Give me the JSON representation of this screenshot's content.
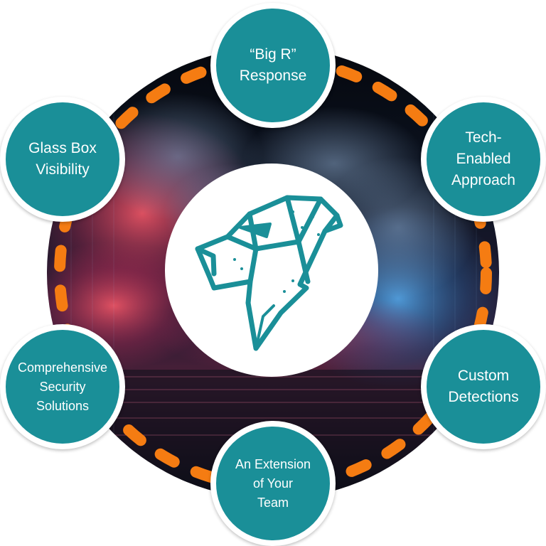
{
  "diagram": {
    "colors": {
      "node_fill": "#1a8f98",
      "ring": "#f57c12",
      "logo_stroke": "#1a8f98",
      "center_fill": "#ffffff"
    },
    "center_logo": "dog-head-logo",
    "nodes": [
      {
        "id": "top",
        "label": "“Big R”\nResponse"
      },
      {
        "id": "top-right",
        "label": "Tech-\nEnabled\nApproach"
      },
      {
        "id": "bottom-right",
        "label": "Custom\nDetections"
      },
      {
        "id": "bottom",
        "label": "An Extension\nof Your\nTeam"
      },
      {
        "id": "bottom-left",
        "label": "Comprehensive\nSecurity\nSolutions"
      },
      {
        "id": "top-left",
        "label": "Glass Box\nVisibility"
      }
    ]
  }
}
